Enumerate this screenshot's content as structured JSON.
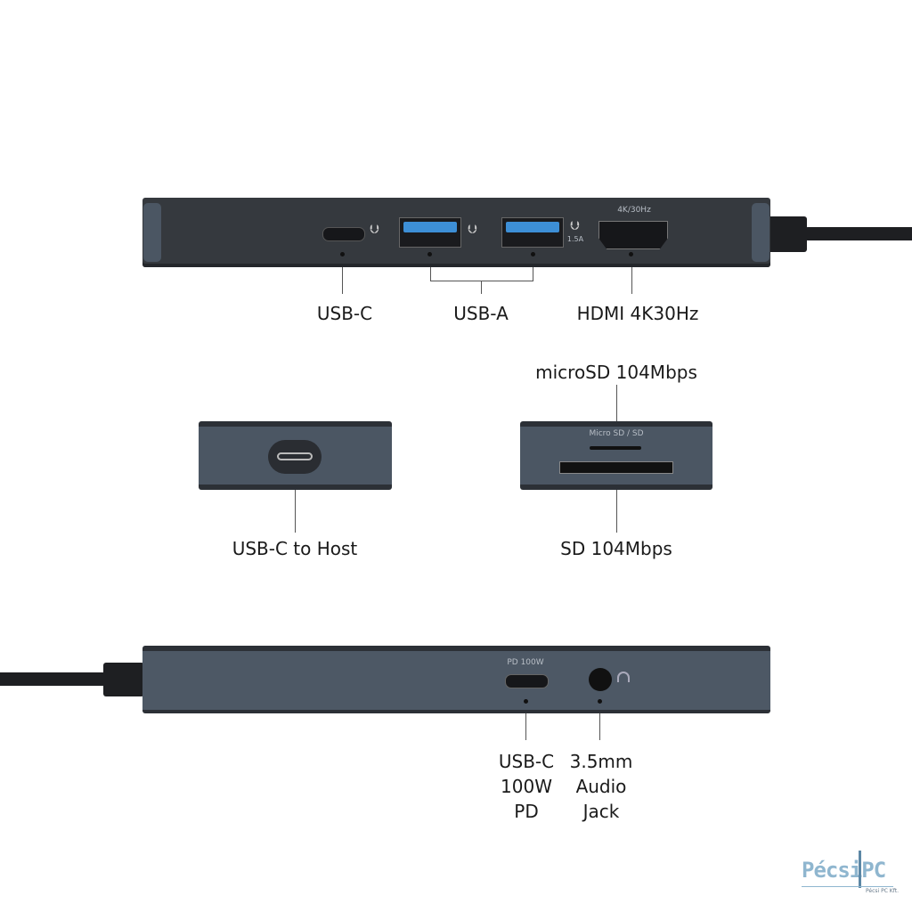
{
  "top_view": {
    "port_labels": {
      "hdmi_mark": "4K/30Hz",
      "usb_a_power": "1.5A"
    },
    "callouts": {
      "usb_c": "USB-C",
      "usb_a": "USB-A",
      "hdmi": "HDMI 4K30Hz"
    }
  },
  "host_end": {
    "callout": "USB-C to Host"
  },
  "card_end": {
    "port_label": "Micro SD / SD",
    "callout_microsd": "microSD 104Mbps",
    "callout_sd": "SD 104Mbps"
  },
  "bottom_view": {
    "port_label": "PD 100W",
    "callout_pd": [
      "USB-C",
      "100W",
      "PD"
    ],
    "callout_audio": [
      "3.5mm",
      "Audio",
      "Jack"
    ]
  },
  "logo": {
    "text": "PécsiPC",
    "subtitle": "Pécsi PC Kft."
  },
  "colors": {
    "body_dark": "#35393e",
    "body_slate": "#4b5663",
    "usb3_blue": "#3d8fd6"
  }
}
